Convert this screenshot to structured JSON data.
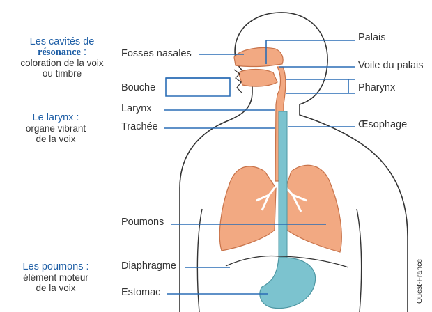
{
  "left_notes": {
    "cavites": {
      "title_a": "Les cavités de",
      "title_b": "résonance",
      "title_colon": " :",
      "line1": "coloration de la voix",
      "line2": "ou timbre"
    },
    "larynx": {
      "title": "Le larynx :",
      "line1": "organe vibrant",
      "line2": "de la voix"
    },
    "poumons": {
      "title": "Les poumons :",
      "line1": "élément moteur",
      "line2": "de la voix"
    }
  },
  "labels": {
    "fosses_nasales": "Fosses nasales",
    "bouche": "Bouche",
    "larynx": "Larynx",
    "trachee": "Trachée",
    "poumons": "Poumons",
    "diaphragme": "Diaphragme",
    "estomac": "Estomac",
    "palais": "Palais",
    "voile_du_palais": "Voile du palais",
    "pharynx": "Pharynx",
    "oesophage": "Œsophage"
  },
  "credit": "Ouest-France",
  "colors": {
    "accent_blue": "#1f5fa6",
    "leader_blue": "#2a6db5",
    "organ_orange": "#f2a982",
    "organ_stroke": "#c8734a",
    "digestive_teal": "#7cc3cf",
    "outline": "#333333"
  }
}
